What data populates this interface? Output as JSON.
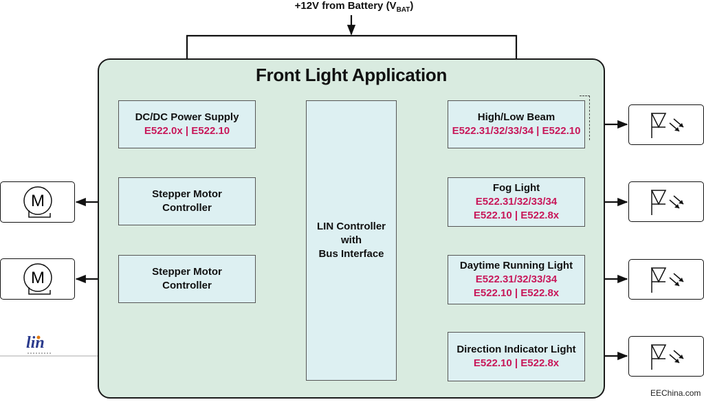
{
  "supply_label": {
    "main": "+12V from Battery (V",
    "sub": "BAT",
    "tail": ")"
  },
  "panel_title": "Front Light Application",
  "left_blocks": [
    {
      "title": "DC/DC Power Supply",
      "code": "E522.0x | E522.10"
    },
    {
      "title": "Stepper Motor",
      "title2": "Controller"
    },
    {
      "title": "Stepper Motor",
      "title2": "Controller"
    }
  ],
  "center_block": {
    "line1": "LIN Controller",
    "line2": "with",
    "line3": "Bus Interface"
  },
  "right_blocks": [
    {
      "title": "High/Low Beam",
      "code1": "E522.31/32/33/34 | E522.10"
    },
    {
      "title": "Fog Light",
      "code1": "E522.31/32/33/34",
      "code2": "E522.10 | E522.8x"
    },
    {
      "title": "Daytime Running Light",
      "code1": "E522.31/32/33/34",
      "code2": "E522.10 | E522.8x"
    },
    {
      "title": "Direction Indicator Light",
      "code1": "E522.10 | E522.8x"
    }
  ],
  "motor_symbol": "M",
  "logo_text": "lin",
  "watermark": "EEChina.com",
  "colors": {
    "panel": "#d9ebe0",
    "block": "#ddf0f2",
    "code": "#c8185a"
  }
}
